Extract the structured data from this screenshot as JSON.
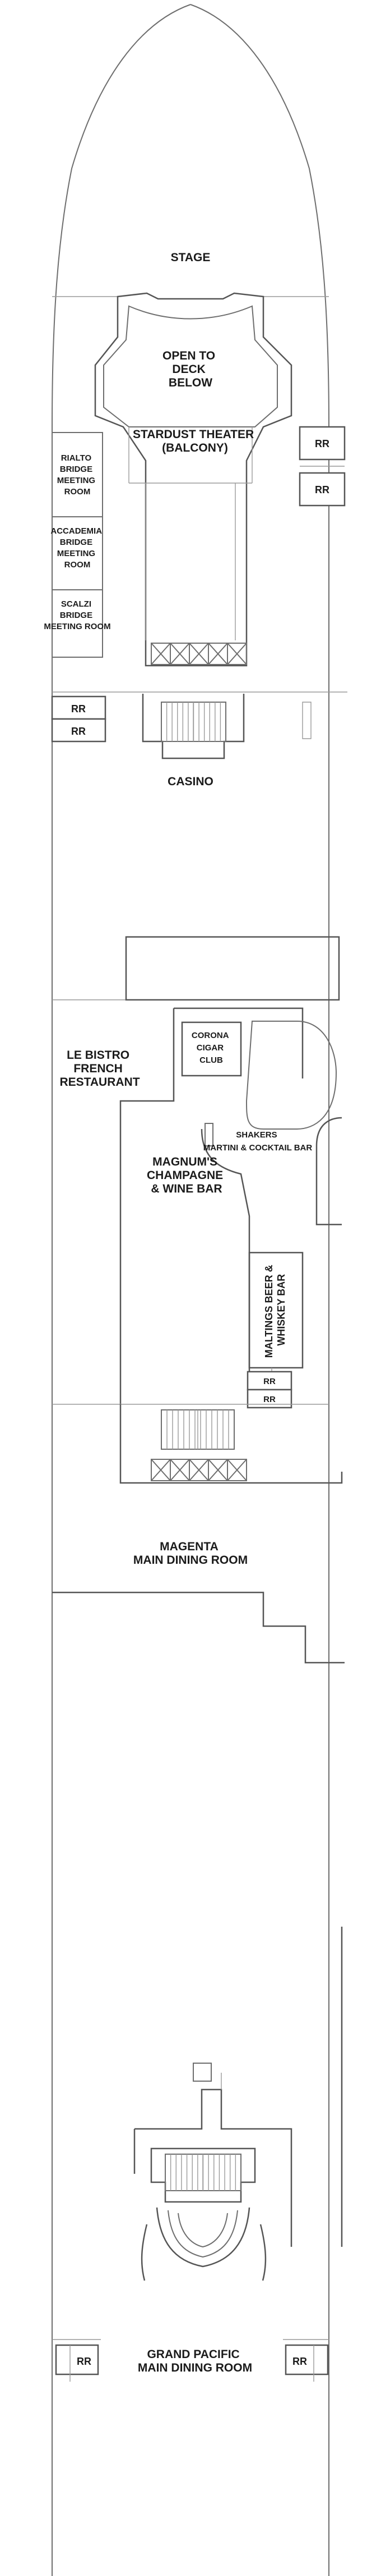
{
  "labels": {
    "stage": "STAGE",
    "open_to_deck": [
      "OPEN TO",
      "DECK",
      "BELOW"
    ],
    "stardust": [
      "STARDUST THEATER",
      "(BALCONY)"
    ],
    "rialto": [
      "RIALTO",
      "BRIDGE",
      "MEETING",
      "ROOM"
    ],
    "accademia": [
      "ACCADEMIA",
      "BRIDGE",
      "MEETING",
      "ROOM"
    ],
    "scalzi": [
      "SCALZI",
      "BRIDGE",
      "MEETING ROOM"
    ],
    "casino": "CASINO",
    "corona": [
      "CORONA",
      "CIGAR",
      "CLUB"
    ],
    "le_bistro": [
      "LE BISTRO",
      "FRENCH",
      "RESTAURANT"
    ],
    "shakers": [
      "SHAKERS",
      "MARTINI & COCKTAIL BAR"
    ],
    "magnums": [
      "MAGNUM'S",
      "CHAMPAGNE",
      "& WINE BAR"
    ],
    "maltings": [
      "MALTINGS BEER &",
      "WHISKEY BAR"
    ],
    "magenta": [
      "MAGENTA",
      "MAIN DINING ROOM"
    ],
    "grand_pacific": [
      "GRAND PACIFIC",
      "MAIN DINING ROOM"
    ],
    "restroom": "RR"
  }
}
